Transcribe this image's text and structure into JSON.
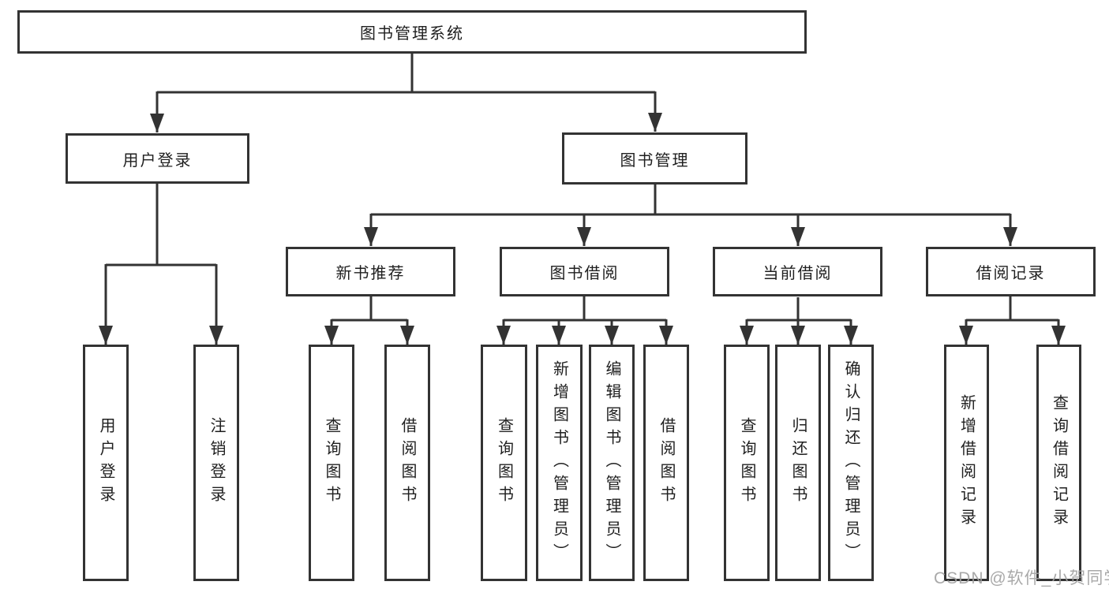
{
  "tree": {
    "root": {
      "label": "图书管理系统"
    },
    "branches": [
      {
        "label": "用户登录",
        "children": [
          {
            "label": "用户登录"
          },
          {
            "label": "注销登录"
          }
        ]
      },
      {
        "label": "图书管理",
        "children": [
          {
            "label": "新书推荐",
            "children": [
              {
                "label": "查询图书"
              },
              {
                "label": "借阅图书"
              }
            ]
          },
          {
            "label": "图书借阅",
            "children": [
              {
                "label": "查询图书"
              },
              {
                "label": "新增图书（管理员）"
              },
              {
                "label": "编辑图书（管理员）"
              },
              {
                "label": "借阅图书"
              }
            ]
          },
          {
            "label": "当前借阅",
            "children": [
              {
                "label": "查询图书"
              },
              {
                "label": "归还图书"
              },
              {
                "label": "确认归还（管理员）"
              }
            ]
          },
          {
            "label": "借阅记录",
            "children": [
              {
                "label": "新增借阅记录"
              },
              {
                "label": "查询借阅记录"
              }
            ]
          }
        ]
      }
    ]
  },
  "watermark": {
    "text": "CSDN @软件_小贺同学"
  },
  "colors": {
    "line": "#333333",
    "text": "#1f1f1f",
    "background": "#ffffff",
    "watermark": "#a0a0a0"
  }
}
